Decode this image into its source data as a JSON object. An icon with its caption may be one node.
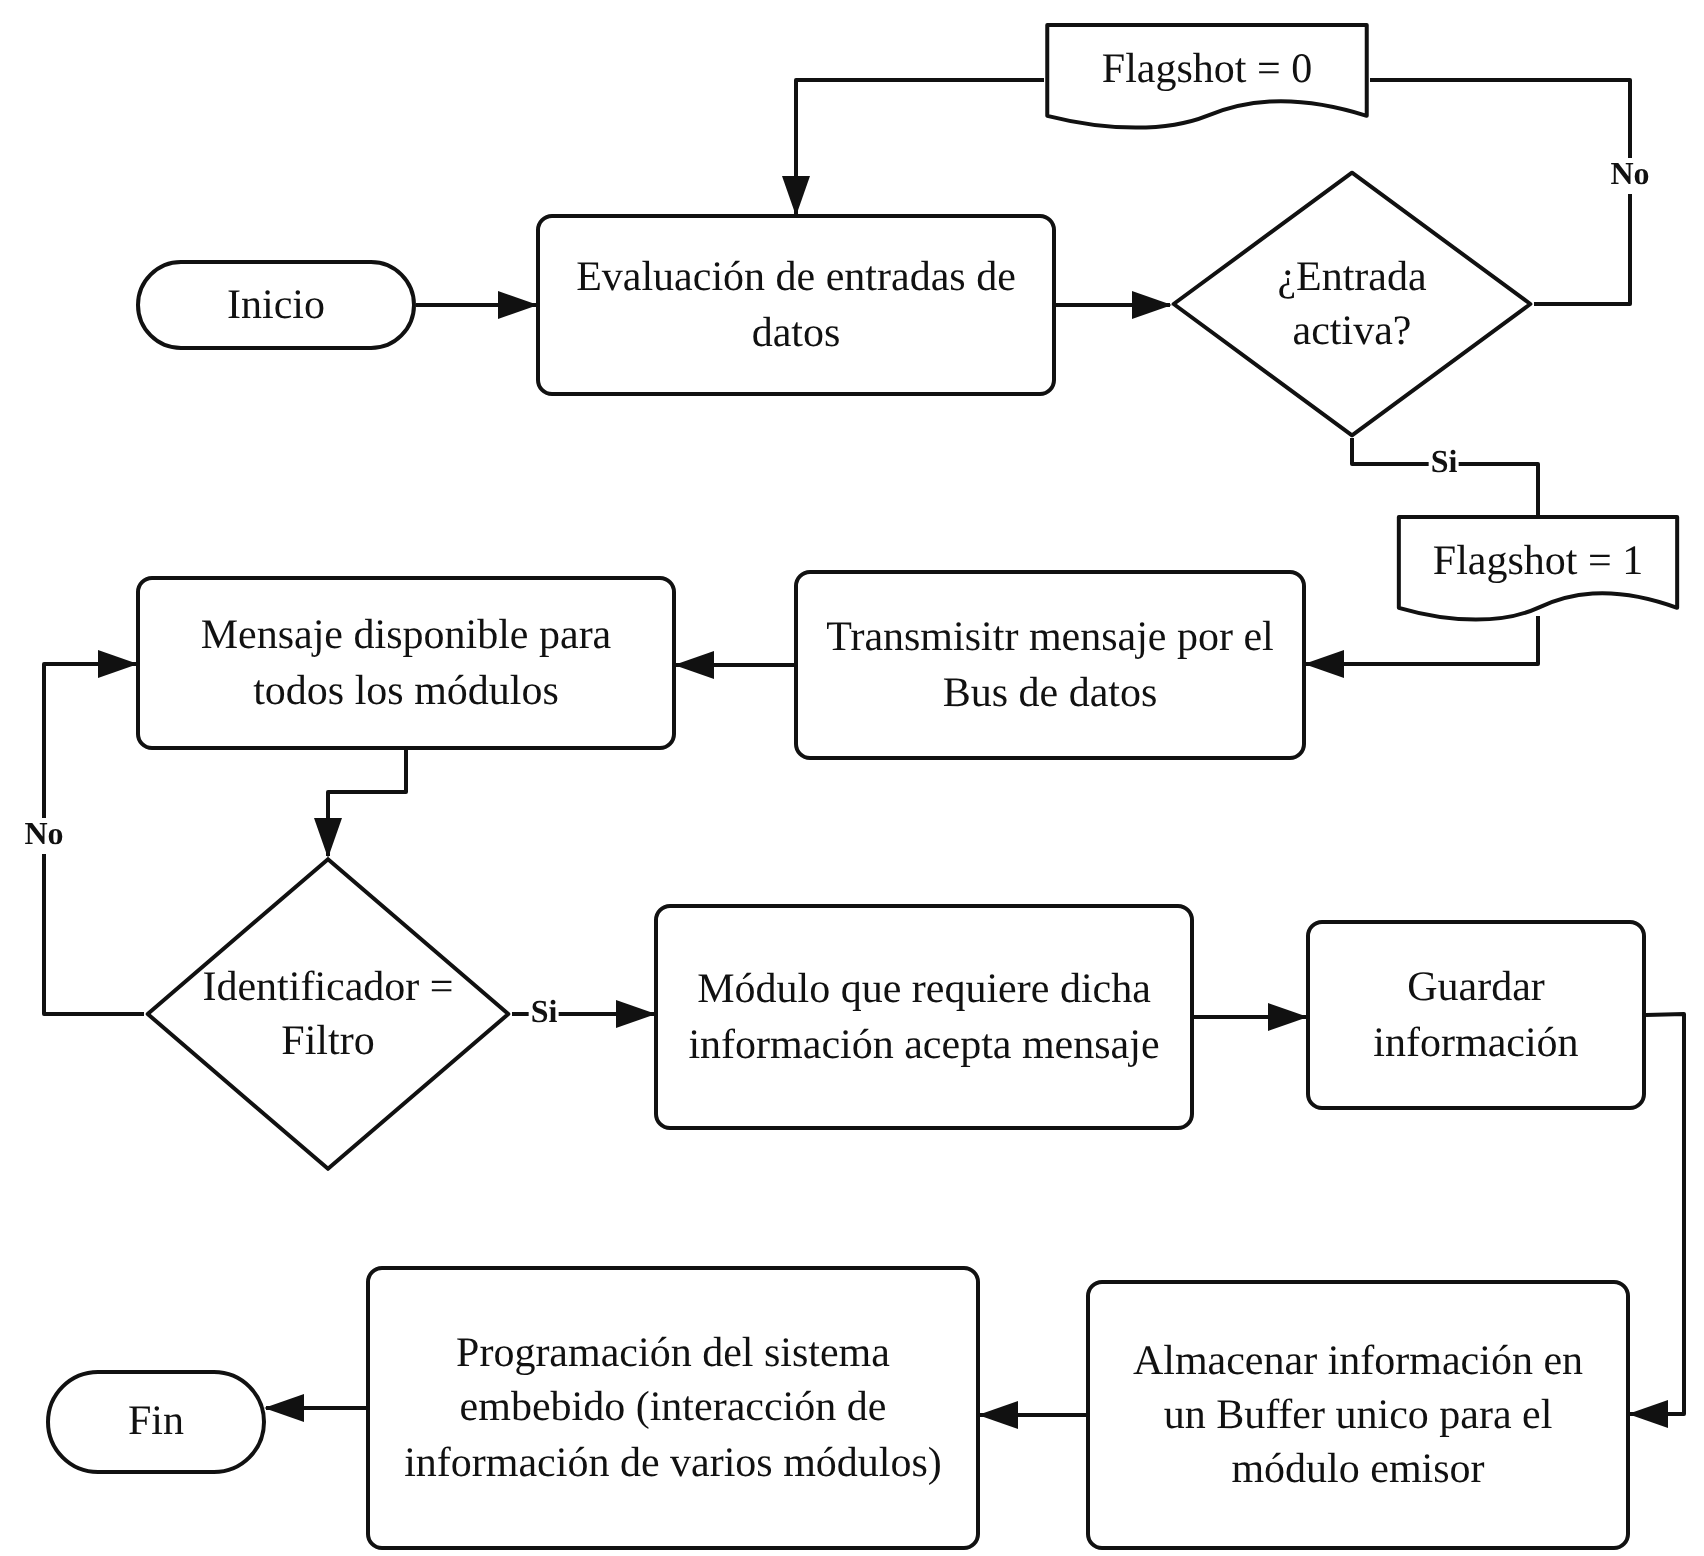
{
  "diagram": {
    "nodes": [
      {
        "text": [
          "Inicio"
        ]
      },
      {
        "text": [
          "Evaluación de entradas de datos"
        ]
      },
      {
        "text": [
          "¿Entrada activa?"
        ]
      },
      {
        "text": [
          "Flagshot = 0"
        ]
      },
      {
        "text": [
          "Flagshot = 1"
        ]
      },
      {
        "text": [
          "Transmisitr mensaje por el Bus de datos"
        ]
      },
      {
        "text": [
          "Mensaje disponible para todos los módulos"
        ]
      },
      {
        "text": [
          "Identificador = Filtro"
        ]
      },
      {
        "text": [
          "Módulo que requiere dicha información acepta mensaje"
        ]
      },
      {
        "text": [
          "Guardar información"
        ]
      },
      {
        "text": [
          "Almacenar información en un Buffer unico para el módulo emisor"
        ]
      },
      {
        "text": [
          "Programación del sistema embebido (interacción de información de varios módulos)"
        ]
      },
      {
        "text": [
          "Fin"
        ]
      }
    ],
    "edges": [
      {
        "from": 0,
        "to": 1,
        "arrow": "to"
      },
      {
        "from": 1,
        "to": 2,
        "arrow": "to"
      },
      {
        "from": 2,
        "to": 3,
        "arrow": "none",
        "label": "No"
      },
      {
        "from": 3,
        "to": 1,
        "arrow": "to"
      },
      {
        "from": 2,
        "to": 4,
        "arrow": "none",
        "label": "Si"
      },
      {
        "from": 4,
        "to": 5,
        "arrow": "to"
      },
      {
        "from": 5,
        "to": 6,
        "arrow": "to"
      },
      {
        "from": 6,
        "to": 7,
        "arrow": "to"
      },
      {
        "from": 7,
        "to": 6,
        "arrow": "to",
        "label": "No"
      },
      {
        "from": 7,
        "to": 8,
        "arrow": "to",
        "label": "Si"
      },
      {
        "from": 8,
        "to": 9,
        "arrow": "to"
      },
      {
        "from": 9,
        "to": 10,
        "arrow": "to"
      },
      {
        "from": 10,
        "to": 11,
        "arrow": "to"
      },
      {
        "from": 11,
        "to": 12,
        "arrow": "to"
      }
    ]
  }
}
